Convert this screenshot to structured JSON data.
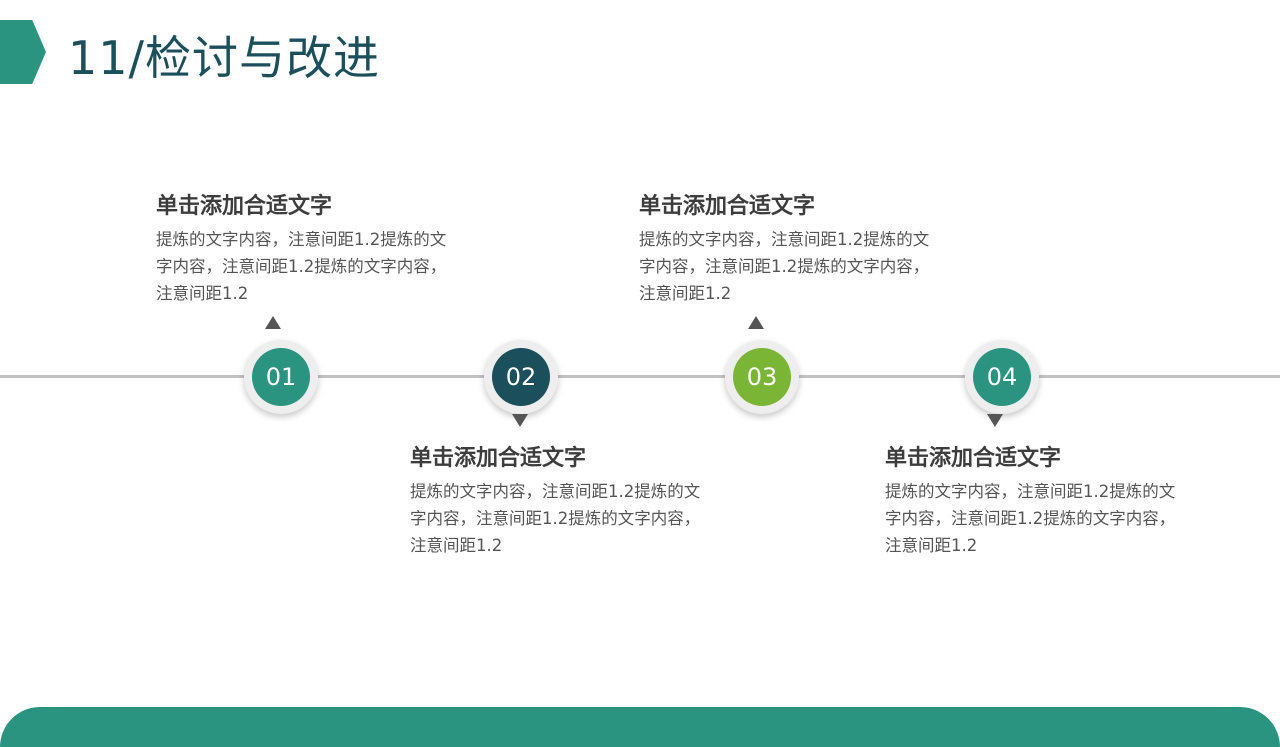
{
  "slide": {
    "title": "11/检讨与改进",
    "colors": {
      "accent": "#2a9480",
      "title": "#1c4f5c",
      "dark_teal": "#1c4f5c",
      "lime": "#7ab535",
      "line": "#c2c2c2"
    }
  },
  "timeline": {
    "nodes": [
      {
        "label": "01",
        "color": "#2a9480"
      },
      {
        "label": "02",
        "color": "#1c4f5c"
      },
      {
        "label": "03",
        "color": "#7ab535"
      },
      {
        "label": "04",
        "color": "#2a9480"
      }
    ],
    "cards": [
      {
        "heading": "单击添加合适文字",
        "body": "提炼的文字内容，注意间距1.2提炼的文字内容，注意间距1.2提炼的文字内容，注意间距1.2"
      },
      {
        "heading": "单击添加合适文字",
        "body": "提炼的文字内容，注意间距1.2提炼的文字内容，注意间距1.2提炼的文字内容，注意间距1.2"
      },
      {
        "heading": "单击添加合适文字",
        "body": "提炼的文字内容，注意间距1.2提炼的文字内容，注意间距1.2提炼的文字内容，注意间距1.2"
      },
      {
        "heading": "单击添加合适文字",
        "body": "提炼的文字内容，注意间距1.2提炼的文字内容，注意间距1.2提炼的文字内容，注意间距1.2"
      }
    ]
  }
}
